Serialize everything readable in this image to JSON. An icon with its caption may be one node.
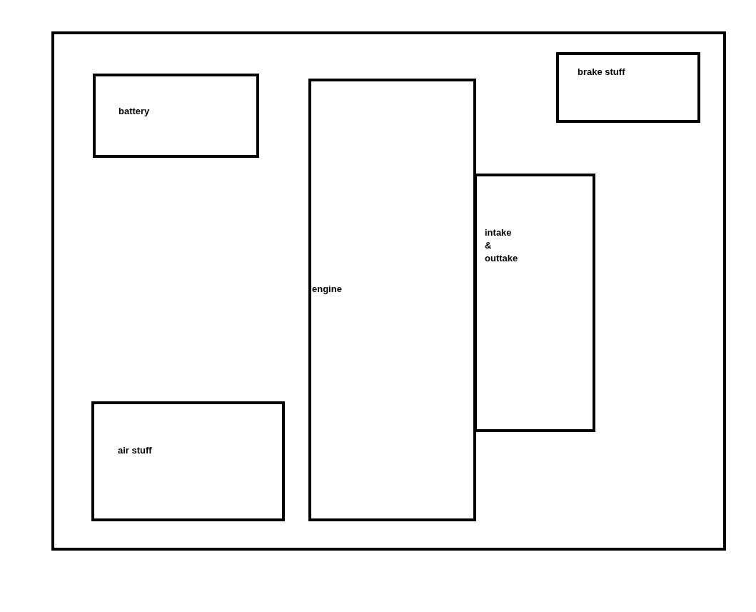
{
  "diagram": {
    "nodes": [
      {
        "text": [],
        "shape": "box"
      },
      {
        "text": [
          "brake stuff"
        ],
        "in": 0
      },
      {
        "text": [
          "battery"
        ],
        "in": 0
      },
      {
        "text": [
          "engine"
        ],
        "in": 0
      },
      {
        "text": [
          "intake & outtake"
        ],
        "in": 0
      },
      {
        "text": [
          "air stuff"
        ],
        "in": 0
      }
    ],
    "edges": []
  }
}
